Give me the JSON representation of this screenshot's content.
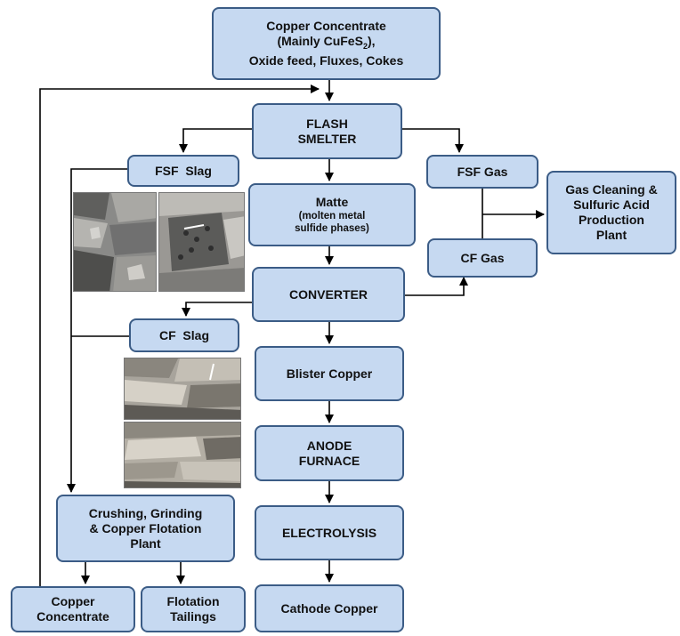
{
  "colors": {
    "box_fill": "#c6d9f1",
    "box_border": "#3b5c86",
    "line": "#000000"
  },
  "boxes": {
    "concentrate_in": {
      "line1": "Copper Concentrate",
      "line2_pre": "(Mainly CuFeS",
      "line2_sub": "2",
      "line2_post": "),",
      "line3": "Oxide feed, Fluxes, Cokes"
    },
    "flash_smelter": {
      "line1": "FLASH",
      "line2": "SMELTER"
    },
    "fsf_slag": "FSF  Slag",
    "fsf_gas": "FSF Gas",
    "matte": {
      "line1": "Matte",
      "line2": "(molten metal",
      "line3": "sulfide phases)"
    },
    "gas_cleaning": {
      "line1": "Gas Cleaning &",
      "line2": "Sulfuric Acid",
      "line3": "Production",
      "line4": "Plant"
    },
    "cf_gas": "CF Gas",
    "converter": "CONVERTER",
    "cf_slag": "CF  Slag",
    "blister_copper": "Blister Copper",
    "anode_furnace": {
      "line1": "ANODE",
      "line2": "FURNACE"
    },
    "crushing_plant": {
      "line1": "Crushing, Grinding",
      "line2": "& Copper Flotation",
      "line3": "Plant"
    },
    "electrolysis": "ELECTROLYSIS",
    "copper_concentrate_out": {
      "line1": "Copper",
      "line2": "Concentrate"
    },
    "flotation_tailings": {
      "line1": "Flotation",
      "line2": "Tailings"
    },
    "cathode_copper": "Cathode Copper"
  }
}
